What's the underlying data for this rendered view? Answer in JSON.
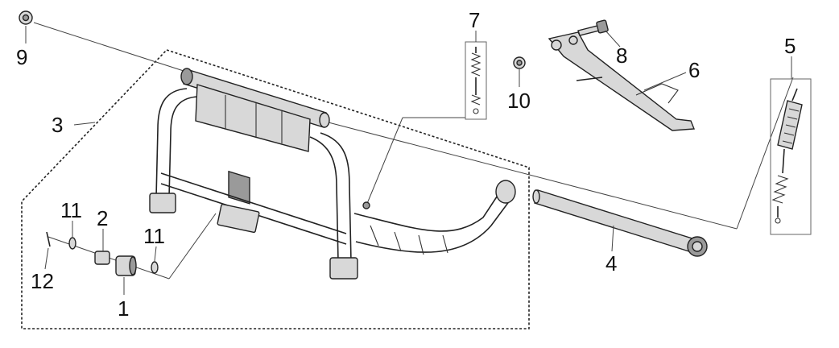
{
  "callouts": [
    {
      "id": "1",
      "label": "1"
    },
    {
      "id": "2",
      "label": "2"
    },
    {
      "id": "3",
      "label": "3"
    },
    {
      "id": "4",
      "label": "4"
    },
    {
      "id": "5",
      "label": "5"
    },
    {
      "id": "6",
      "label": "6"
    },
    {
      "id": "7",
      "label": "7"
    },
    {
      "id": "8",
      "label": "8"
    },
    {
      "id": "9",
      "label": "9"
    },
    {
      "id": "10",
      "label": "10"
    },
    {
      "id": "11a",
      "label": "11"
    },
    {
      "id": "11b",
      "label": "11"
    },
    {
      "id": "12",
      "label": "12"
    }
  ]
}
